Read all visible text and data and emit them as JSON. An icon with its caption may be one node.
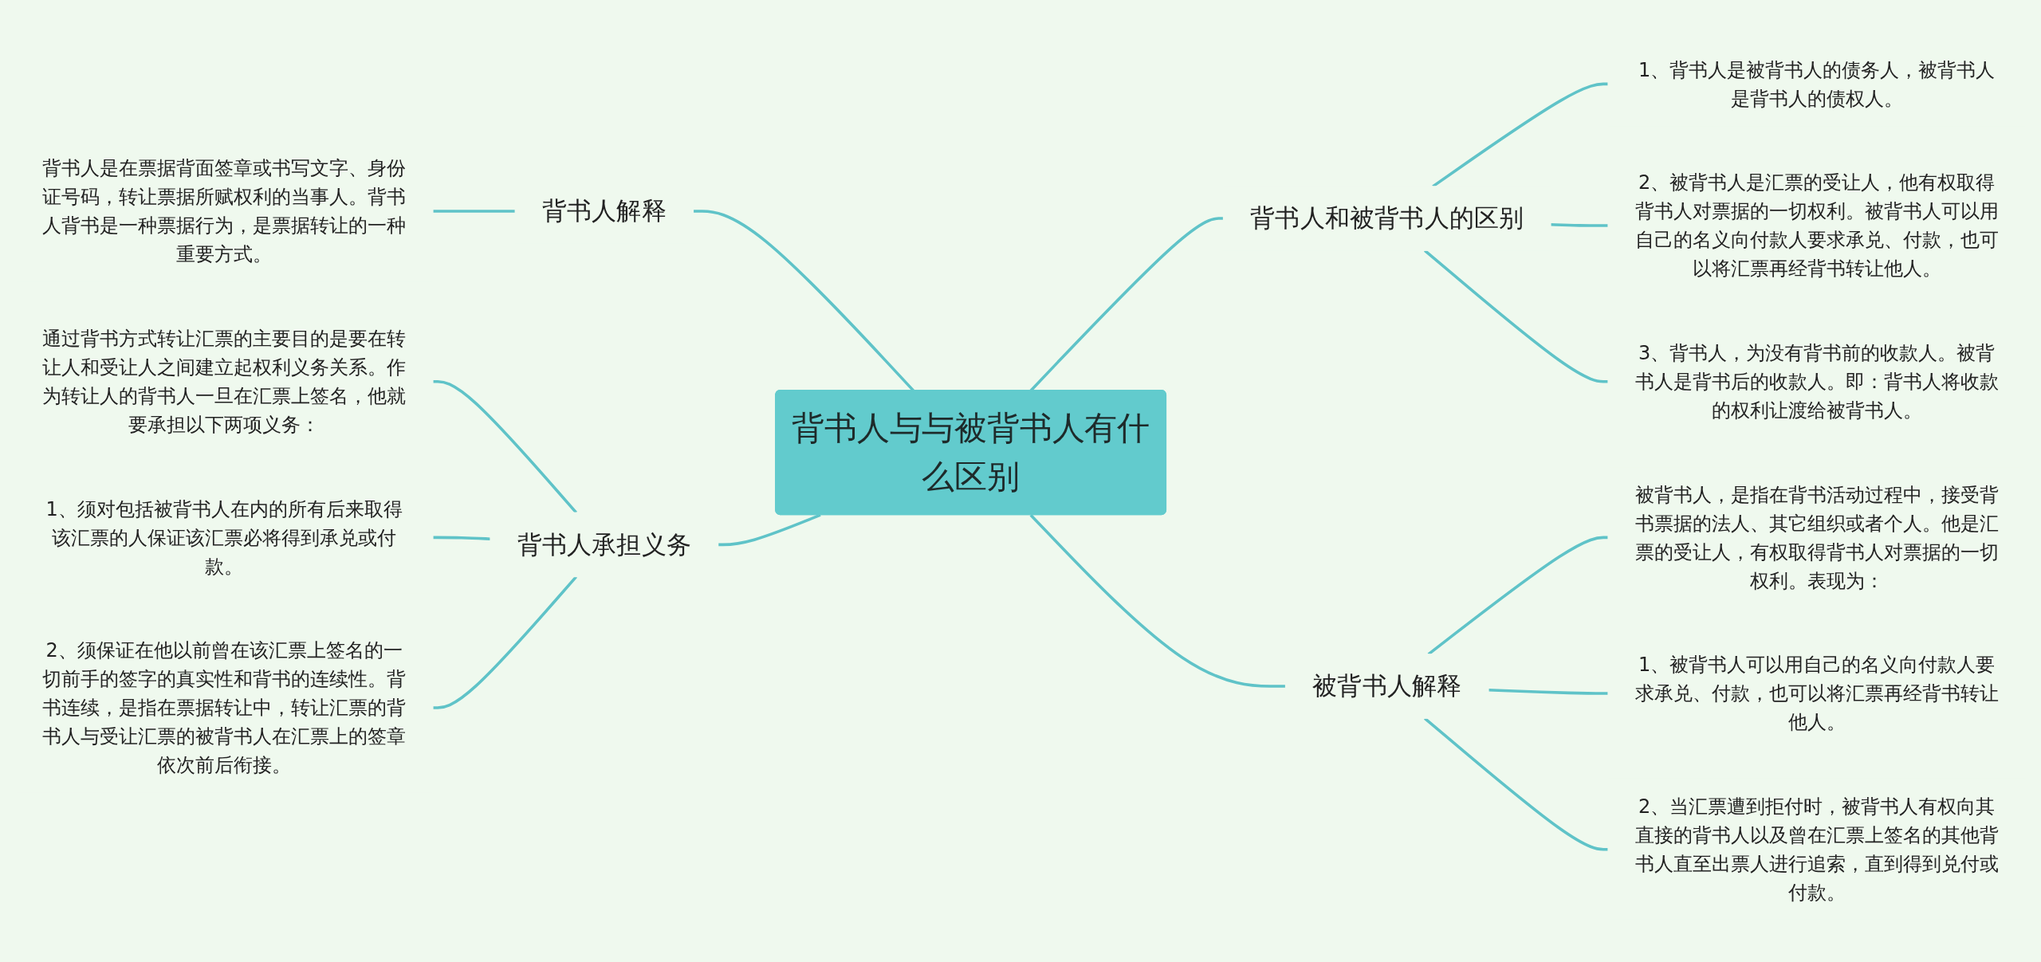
{
  "diagram": {
    "nodes": [
      {
        "text": [
          "背书人与与被背书人有什么区别"
        ]
      },
      {
        "text": [
          "背书人和被背书人的区别"
        ]
      },
      {
        "text": [
          "1、背书人是被背书人的债务人，被背书人是背书人的债权人。"
        ]
      },
      {
        "text": [
          "2、被背书人是汇票的受让人，他有权取得背书人对票据的一切权利。被背书人可以用自己的名义向付款人要求承兑、付款，也可以将汇票再经背书转让他人。"
        ]
      },
      {
        "text": [
          "3、背书人，为没有背书前的收款人。被背书人是背书后的收款人。即：背书人将收款的权利让渡给被背书人。"
        ]
      },
      {
        "text": [
          "被背书人解释"
        ]
      },
      {
        "text": [
          "被背书人，是指在背书活动过程中，接受背书票据的法人、其它组织或者个人。他是汇票的受让人，有权取得背书人对票据的一切权利。表现为："
        ]
      },
      {
        "text": [
          "1、被背书人可以用自己的名义向付款人要求承兑、付款，也可以将汇票再经背书转让他人。"
        ]
      },
      {
        "text": [
          "2、当汇票遭到拒付时，被背书人有权向其直接的背书人以及曾在汇票上签名的其他背书人直至出票人进行追索，直到得到兑付或付款。"
        ]
      },
      {
        "text": [
          "背书人解释"
        ]
      },
      {
        "text": [
          "背书人是在票据背面签章或书写文字、身份证号码，转让票据所赋权利的当事人。背书人背书是一种票据行为，是票据转让的一种重要方式。"
        ]
      },
      {
        "text": [
          "背书人承担义务"
        ]
      },
      {
        "text": [
          "通过背书方式转让汇票的主要目的是要在转让人和受让人之间建立起权利义务关系。作为转让人的背书人一旦在汇票上签名，他就要承担以下两项义务："
        ]
      },
      {
        "text": [
          "1、须对包括被背书人在内的所有后来取得该汇票的人保证该汇票必将得到承兑或付款。"
        ]
      },
      {
        "text": [
          "2、须保证在他以前曾在该汇票上签名的一切前手的签字的真实性和背书的连续性。背书连续，是指在票据转让中，转让汇票的背书人与受让汇票的被背书人在汇票上的签章依次前后衔接。"
        ]
      }
    ],
    "edges": [
      {
        "from": 0,
        "to": 1,
        "arrow": "none"
      },
      {
        "from": 1,
        "to": 2,
        "arrow": "none"
      },
      {
        "from": 1,
        "to": 3,
        "arrow": "none"
      },
      {
        "from": 1,
        "to": 4,
        "arrow": "none"
      },
      {
        "from": 0,
        "to": 5,
        "arrow": "none"
      },
      {
        "from": 5,
        "to": 6,
        "arrow": "none"
      },
      {
        "from": 5,
        "to": 7,
        "arrow": "none"
      },
      {
        "from": 5,
        "to": 8,
        "arrow": "none"
      },
      {
        "from": 0,
        "to": 9,
        "arrow": "none"
      },
      {
        "from": 9,
        "to": 10,
        "arrow": "none"
      },
      {
        "from": 0,
        "to": 11,
        "arrow": "none"
      },
      {
        "from": 11,
        "to": 12,
        "arrow": "none"
      },
      {
        "from": 11,
        "to": 13,
        "arrow": "none"
      },
      {
        "from": 11,
        "to": 14,
        "arrow": "none"
      }
    ]
  }
}
